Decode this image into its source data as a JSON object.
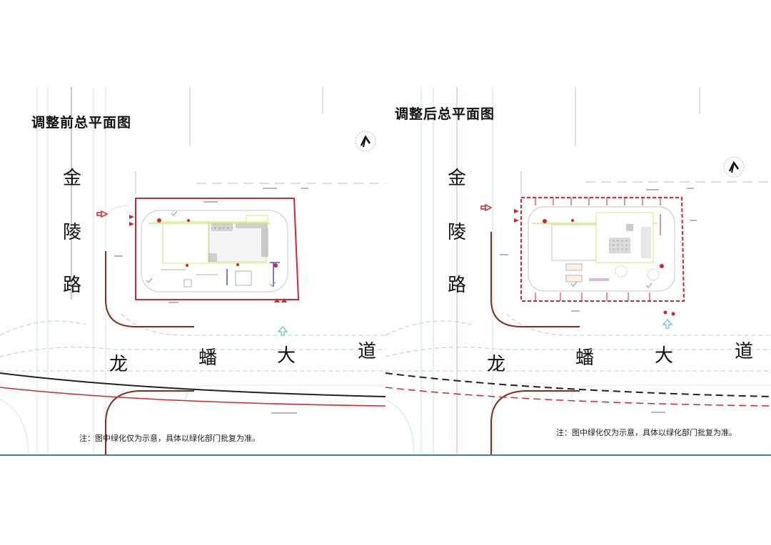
{
  "panels": [
    {
      "id": "before",
      "title": "调整前总平面图",
      "west_road": [
        "金",
        "陵",
        "路"
      ],
      "south_road": [
        "龙",
        "蟠",
        "大",
        "道"
      ],
      "note": "注：图中绿化仅为示意，具体以绿化部门批复为准。",
      "site_boundary_style": "solid",
      "north_arrow": "north-arrow"
    },
    {
      "id": "after",
      "title": "调整后总平面图",
      "west_road": [
        "金",
        "陵",
        "路"
      ],
      "south_road": [
        "龙",
        "蟠",
        "大",
        "道"
      ],
      "note": "注：图中绿化仅为示意，具体以绿化部门批复为准。",
      "site_boundary_style": "dashed",
      "north_arrow": "north-arrow"
    }
  ],
  "colors": {
    "site_boundary": "#d6262b",
    "road_edge": "#8b2a1a",
    "centerline_black": "#222222",
    "redline": "#d6262b",
    "green_lines": "#7fc97f",
    "cyan_lines": "#7fd6e6",
    "bottom_rule": "#3f7fb5"
  }
}
